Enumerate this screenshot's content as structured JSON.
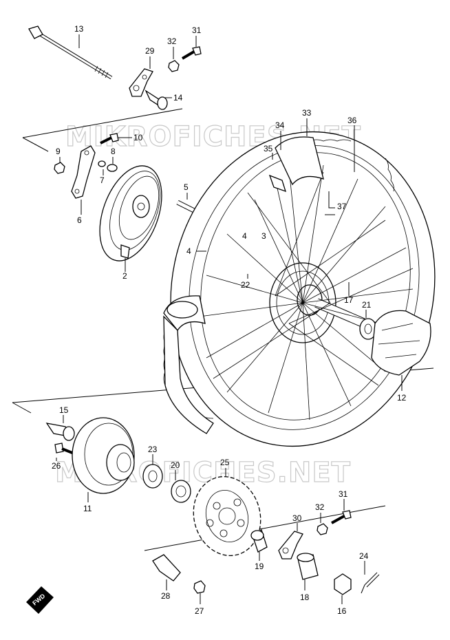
{
  "watermark": "MIKROFICHES.NET",
  "fwd_label": "FWD",
  "parts": {
    "p2": "2",
    "p3": "3",
    "p4a": "4",
    "p4b": "4",
    "p5": "5",
    "p6": "6",
    "p7": "7",
    "p8": "8",
    "p9": "9",
    "p10": "10",
    "p11": "11",
    "p12": "12",
    "p13": "13",
    "p14": "14",
    "p15": "15",
    "p16": "16",
    "p17": "17",
    "p18": "18",
    "p19": "19",
    "p20": "20",
    "p21": "21",
    "p22": "22",
    "p23": "23",
    "p24": "24",
    "p25": "25",
    "p26": "26",
    "p27": "27",
    "p28": "28",
    "p29": "29",
    "p30": "30",
    "p31a": "31",
    "p31b": "31",
    "p32a": "32",
    "p32b": "32",
    "p33": "33",
    "p34": "34",
    "p35": "35",
    "p36": "36",
    "p37": "37"
  }
}
